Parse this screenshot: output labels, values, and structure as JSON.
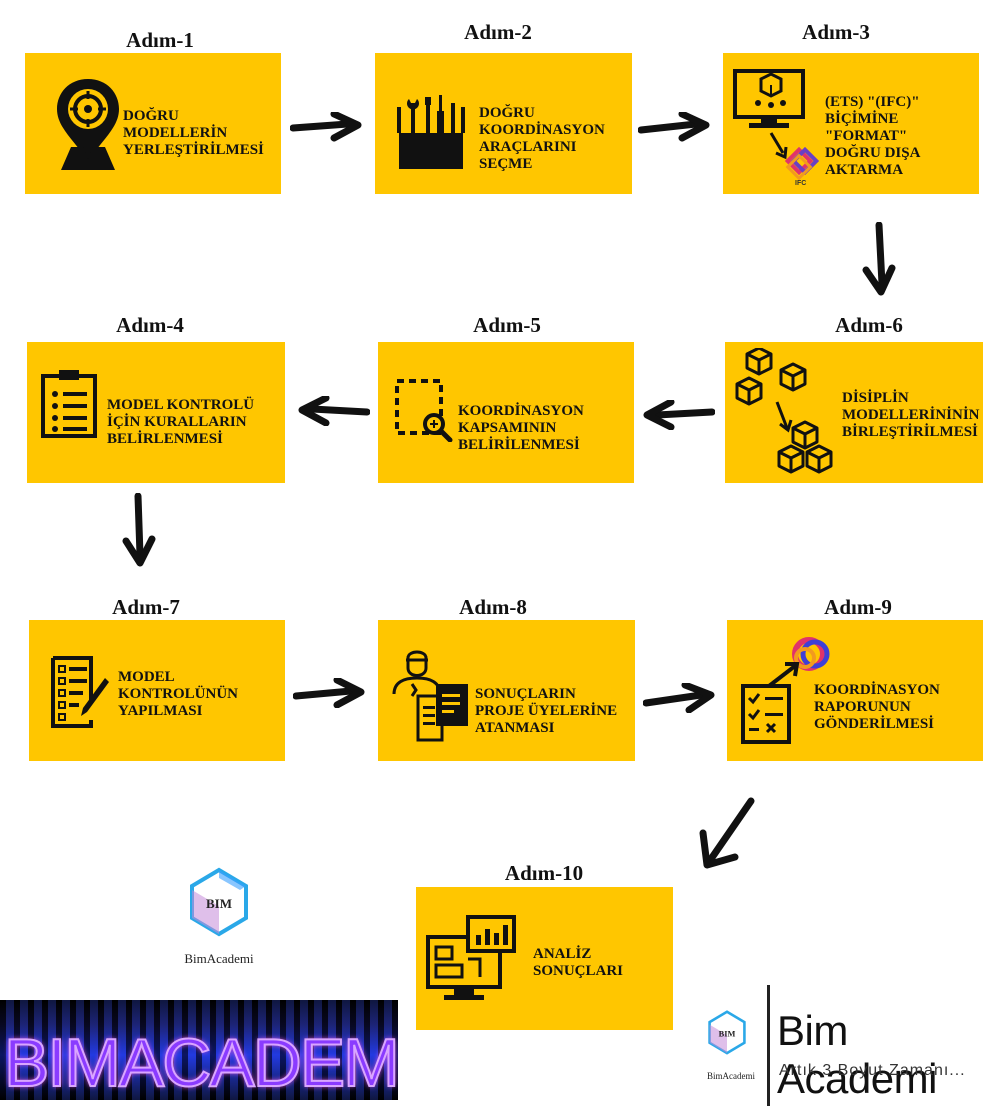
{
  "steps": [
    {
      "title": "Adım-1",
      "label": "DOĞRU\nMODELLERİN\nYERLEŞTİRİLMESİ",
      "icon": "location-pin-icon"
    },
    {
      "title": "Adım-2",
      "label": "DOĞRU\nKOORDİNASYON\nARAÇLARINI\nSEÇME",
      "icon": "toolbox-icon"
    },
    {
      "title": "Adım-3",
      "label": "(ETS) \"(IFC)\"\nBİÇİMİNE\n\"FORMAT\"\nDOĞRU DIŞA\nAKTARMA",
      "icon": "monitor-export-icon",
      "icon_text": "IFC"
    },
    {
      "title": "Adım-4",
      "label": "MODEL KONTROLÜ\nİÇİN KURALLARIN\nBELİRLENMESİ",
      "icon": "clipboard-list-icon"
    },
    {
      "title": "Adım-5",
      "label": "KOORDİNASYON\nKAPSAMININ\nBELİRİLENMESİ",
      "icon": "zoom-selection-icon"
    },
    {
      "title": "Adım-6",
      "label": "DİSİPLİN\nMODELLERİNİNİN\nBİRLEŞTİRİLMESİ",
      "icon": "cubes-merge-icon"
    },
    {
      "title": "Adım-7",
      "label": "MODEL\nKONTROLÜNÜN\nYAPILMASI",
      "icon": "checklist-pen-icon"
    },
    {
      "title": "Adım-8",
      "label": "SONUÇLARIN\nPROJE ÜYELERİNE\nATANMASI",
      "icon": "user-assign-icon"
    },
    {
      "title": "Adım-9",
      "label": "KOORDİNASYON\nRAPORUNUN\nGÖNDERİLMESİ",
      "icon": "report-send-icon"
    },
    {
      "title": "Adım-10",
      "label": "ANALİZ\nSONUÇLARI",
      "icon": "analytics-monitor-icon"
    }
  ],
  "logos": {
    "bim_badge_text": "BIM",
    "bim_caption": "BimAcademi",
    "banner_text": "BIMACADEMI",
    "brand_name": "Bim Academi",
    "brand_tagline": "Artık 3 Boyut Zamanı...",
    "brand_badge_text": "BIM",
    "brand_badge_caption": "BimAcademi"
  },
  "colors": {
    "box": "#ffc600",
    "text": "#111111",
    "arrow": "#111111"
  }
}
